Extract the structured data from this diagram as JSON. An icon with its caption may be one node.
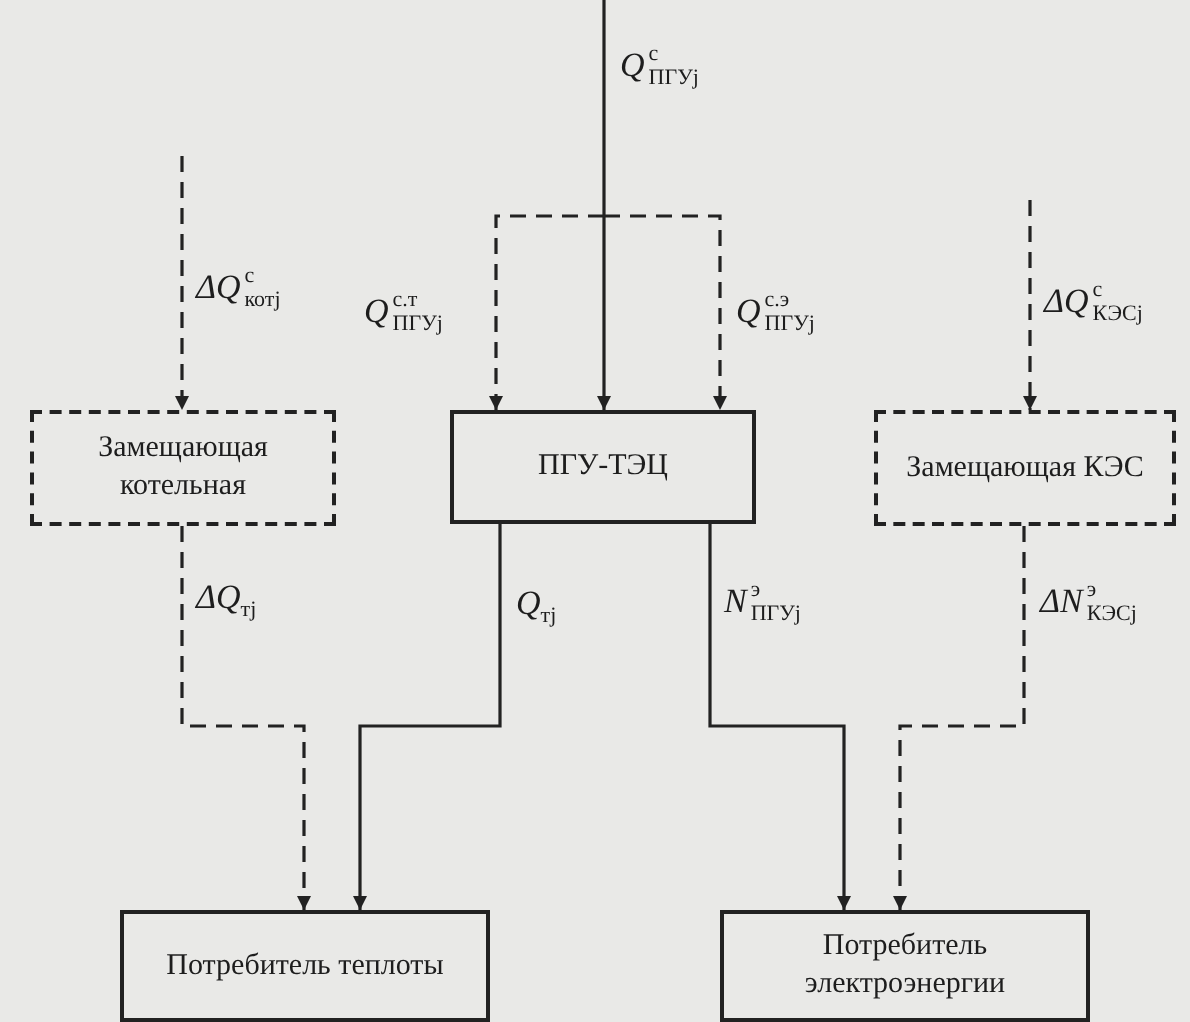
{
  "diagram": {
    "nodes": [
      {
        "text": [
          "Замещающая котельная"
        ]
      },
      {
        "text": [
          "ПГУ-ТЭЦ"
        ]
      },
      {
        "text": [
          "Замещающая КЭС"
        ]
      },
      {
        "text": [
          "Потребитель теплоты"
        ]
      },
      {
        "text": [
          "Потребитель электроэнергии"
        ]
      }
    ],
    "edges": [
      {
        "from": null,
        "to": 1,
        "arrow": "to",
        "label": "Q$^{с}$$_{ПГУj}$"
      },
      {
        "from": null,
        "to": 1,
        "arrow": "to",
        "style": "dashed",
        "label": "Q$^{с.т}$$_{ПГУj}$"
      },
      {
        "from": null,
        "to": 1,
        "arrow": "to",
        "style": "dashed",
        "label": "Q$^{с.э}$$_{ПГУj}$"
      },
      {
        "from": null,
        "to": 0,
        "arrow": "to",
        "style": "dashed",
        "label": "ΔQ$^{с}$$_{котj}$"
      },
      {
        "from": null,
        "to": 2,
        "arrow": "to",
        "style": "dashed",
        "label": "ΔQ$^{с}$$_{КЭСj}$"
      },
      {
        "from": 0,
        "to": 3,
        "arrow": "to",
        "style": "dashed",
        "label": "ΔQ$_{тj}$"
      },
      {
        "from": 1,
        "to": 3,
        "arrow": "to",
        "label": "Q$_{тj}$"
      },
      {
        "from": 1,
        "to": 4,
        "arrow": "to",
        "label": "N$^{э}$$_{ПГУj}$"
      },
      {
        "from": 2,
        "to": 4,
        "arrow": "to",
        "style": "dashed",
        "label": "ΔN$^{э}$$_{КЭСj}$"
      }
    ]
  }
}
